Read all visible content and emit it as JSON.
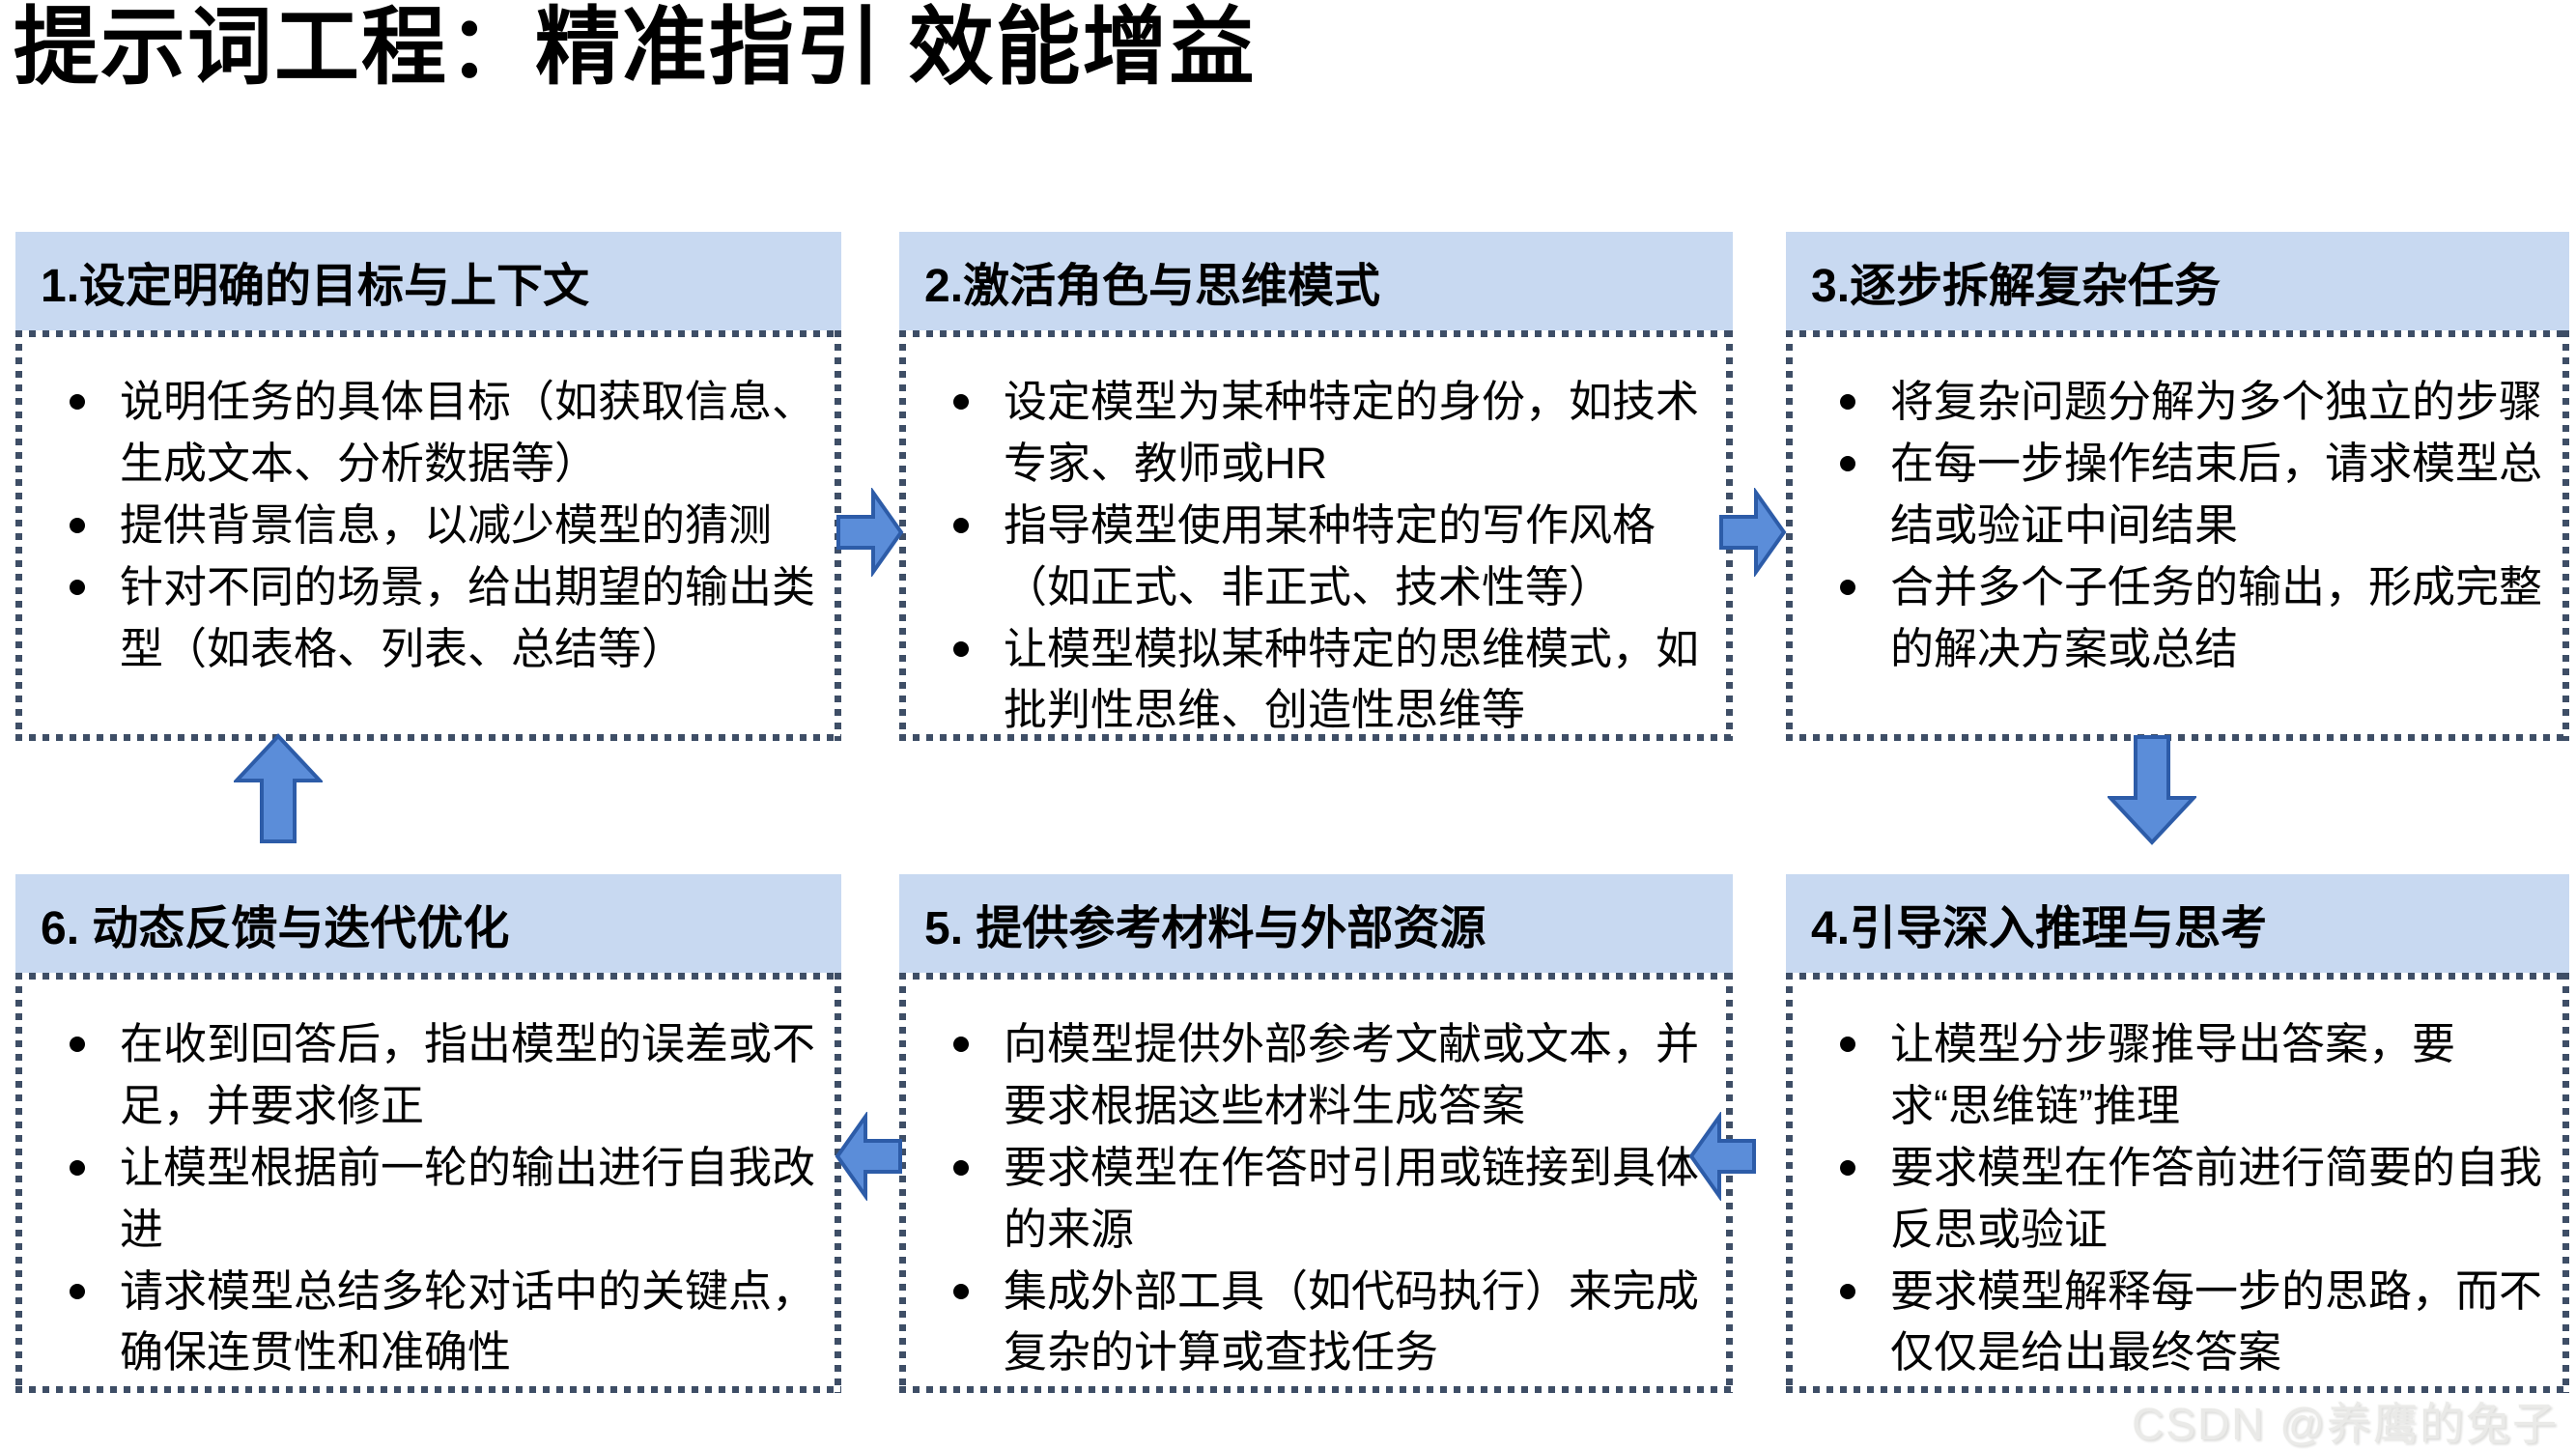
{
  "title": "提示词工程：精准指引 效能增益",
  "watermark": "CSDN @养鹰的兔子",
  "colors": {
    "header_bg": "#c8d9f1",
    "dotted_border": "#3e4e66",
    "arrow_fill": "#5b8dd9",
    "arrow_stroke": "#2d5ca8",
    "text": "#000000",
    "watermark_text": "#eaeae8"
  },
  "boxes": [
    {
      "title": "1.设定明确的目标与上下文",
      "bullets": [
        "说明任务的具体目标（如获取信息、生成文本、分析数据等）",
        "提供背景信息，以减少模型的猜测",
        "针对不同的场景，给出期望的输出类型（如表格、列表、总结等）"
      ]
    },
    {
      "title": "2.激活角色与思维模式",
      "bullets": [
        "设定模型为某种特定的身份，如技术专家、教师或HR",
        "指导模型使用某种特定的写作风格（如正式、非正式、技术性等）",
        "让模型模拟某种特定的思维模式，如批判性思维、创造性思维等"
      ]
    },
    {
      "title": "3.逐步拆解复杂任务",
      "bullets": [
        "将复杂问题分解为多个独立的步骤",
        "在每一步操作结束后，请求模型总结或验证中间结果",
        "合并多个子任务的输出，形成完整的解决方案或总结"
      ]
    },
    {
      "title": "4.引导深入推理与思考",
      "bullets": [
        "让模型分步骤推导出答案，要求“思维链”推理",
        "要求模型在作答前进行简要的自我反思或验证",
        "要求模型解释每一步的思路，而不仅仅是给出最终答案"
      ]
    },
    {
      "title": "5. 提供参考材料与外部资源",
      "bullets": [
        "向模型提供外部参考文献或文本，并要求根据这些材料生成答案",
        "要求模型在作答时引用或链接到具体的来源",
        "集成外部工具（如代码执行）来完成复杂的计算或查找任务"
      ]
    },
    {
      "title": "6. 动态反馈与迭代优化",
      "bullets": [
        "在收到回答后，指出模型的误差或不足，并要求修正",
        "让模型根据前一轮的输出进行自我改进",
        "请求模型总结多轮对话中的关键点，确保连贯性和准确性"
      ]
    }
  ],
  "arrows": [
    {
      "icon": "arrow-right-icon",
      "from": "box-1",
      "to": "box-2"
    },
    {
      "icon": "arrow-right-icon",
      "from": "box-2",
      "to": "box-3"
    },
    {
      "icon": "arrow-down-icon",
      "from": "box-3",
      "to": "box-4"
    },
    {
      "icon": "arrow-left-icon",
      "from": "box-4",
      "to": "box-5"
    },
    {
      "icon": "arrow-left-icon",
      "from": "box-5",
      "to": "box-6"
    },
    {
      "icon": "arrow-up-icon",
      "from": "box-6",
      "to": "box-1"
    }
  ]
}
